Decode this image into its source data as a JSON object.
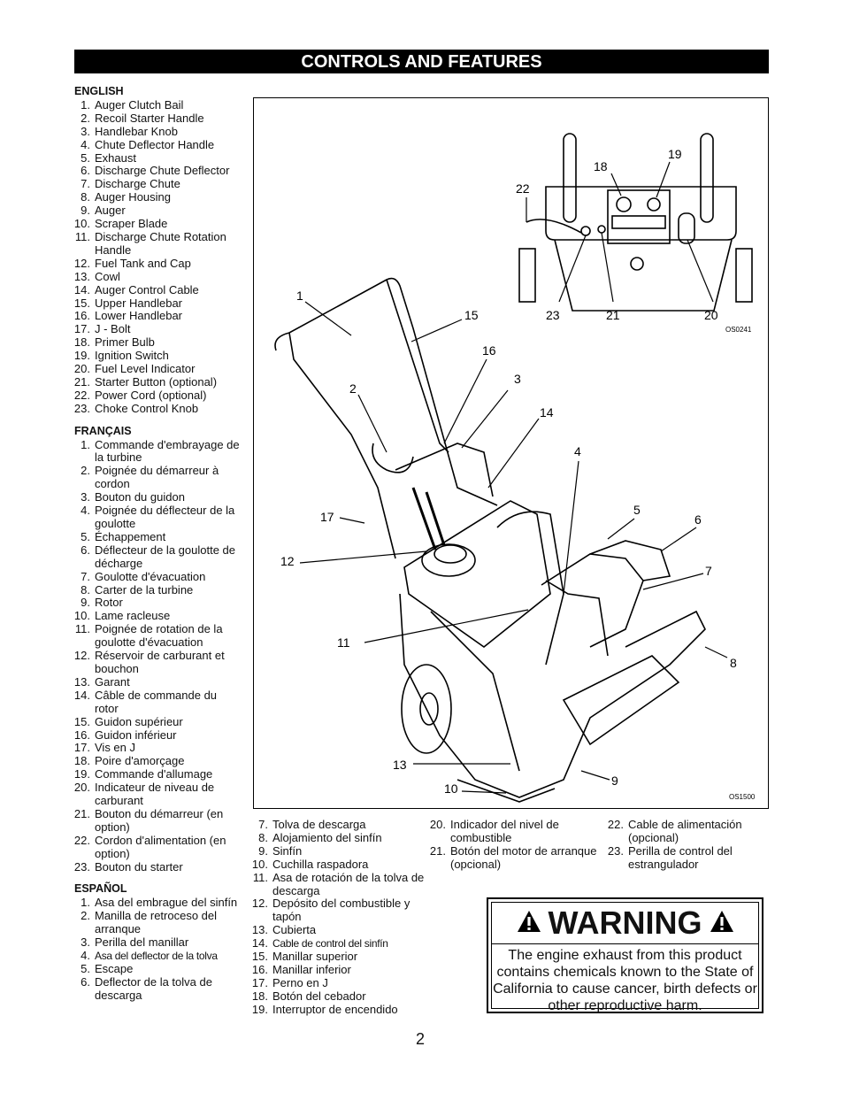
{
  "header": {
    "title": "CONTROLS AND FEATURES"
  },
  "english": {
    "heading": "ENGLISH",
    "items": [
      {
        "n": "1.",
        "t": "Auger Clutch Bail"
      },
      {
        "n": "2.",
        "t": "Recoil Starter Handle"
      },
      {
        "n": "3.",
        "t": "Handlebar Knob"
      },
      {
        "n": "4.",
        "t": "Chute Deflector Handle"
      },
      {
        "n": "5.",
        "t": "Exhaust"
      },
      {
        "n": "6.",
        "t": "Discharge Chute Deflector"
      },
      {
        "n": "7.",
        "t": "Discharge Chute"
      },
      {
        "n": "8.",
        "t": "Auger Housing"
      },
      {
        "n": "9.",
        "t": "Auger"
      },
      {
        "n": "10.",
        "t": "Scraper Blade"
      },
      {
        "n": "11.",
        "t": "Discharge Chute Rotation Handle"
      },
      {
        "n": "12.",
        "t": "Fuel Tank and Cap"
      },
      {
        "n": "13.",
        "t": "Cowl"
      },
      {
        "n": "14.",
        "t": "Auger Control Cable"
      },
      {
        "n": "15.",
        "t": "Upper Handlebar"
      },
      {
        "n": "16.",
        "t": "Lower Handlebar"
      },
      {
        "n": "17.",
        "t": "J - Bolt"
      },
      {
        "n": "18.",
        "t": "Primer Bulb"
      },
      {
        "n": "19.",
        "t": "Ignition Switch"
      },
      {
        "n": "20.",
        "t": "Fuel Level Indicator"
      },
      {
        "n": "21.",
        "t": "Starter Button (optional)"
      },
      {
        "n": "22.",
        "t": "Power Cord (optional)"
      },
      {
        "n": "23.",
        "t": "Choke Control Knob"
      }
    ]
  },
  "francais": {
    "heading": "FRANÇAIS",
    "items": [
      {
        "n": "1.",
        "t": "Commande d'embrayage de la turbine"
      },
      {
        "n": "2.",
        "t": "Poignée du démarreur à cordon"
      },
      {
        "n": "3.",
        "t": "Bouton du guidon"
      },
      {
        "n": "4.",
        "t": "Poignée du déflecteur de la goulotte"
      },
      {
        "n": "5.",
        "t": "Échappement"
      },
      {
        "n": "6.",
        "t": "Déflecteur de la goulotte de décharge"
      },
      {
        "n": "7.",
        "t": "Goulotte d'évacuation"
      },
      {
        "n": "8.",
        "t": "Carter de la turbine"
      },
      {
        "n": "9.",
        "t": "Rotor"
      },
      {
        "n": "10.",
        "t": "Lame racleuse"
      },
      {
        "n": "11.",
        "t": "Poignée de rotation de la goulotte d'évacuation"
      },
      {
        "n": "12.",
        "t": "Réservoir de carburant et bouchon"
      },
      {
        "n": "13.",
        "t": "Garant"
      },
      {
        "n": "14.",
        "t": "Câble de commande du rotor"
      },
      {
        "n": "15.",
        "t": "Guidon supérieur"
      },
      {
        "n": "16.",
        "t": "Guidon inférieur"
      },
      {
        "n": "17.",
        "t": "Vis en J"
      },
      {
        "n": "18.",
        "t": "Poire d'amorçage"
      },
      {
        "n": "19.",
        "t": "Commande d'allumage"
      },
      {
        "n": "20.",
        "t": "Indicateur de niveau de carburant"
      },
      {
        "n": "21.",
        "t": "Bouton du démarreur (en option)"
      },
      {
        "n": "22.",
        "t": "Cordon d'alimentation (en option)"
      },
      {
        "n": "23.",
        "t": "Bouton du starter"
      }
    ]
  },
  "espanol": {
    "heading": "ESPAÑOL",
    "items": [
      {
        "n": "1.",
        "t": "Asa del embrague del sinfín"
      },
      {
        "n": "2.",
        "t": "Manilla de retroceso del arranque"
      },
      {
        "n": "3.",
        "t": "Perilla del manillar"
      },
      {
        "n": "4.",
        "t": "Asa del deflector de la tolva"
      },
      {
        "n": "5.",
        "t": "Escape"
      },
      {
        "n": "6.",
        "t": "Deflector de la tolva de descarga"
      }
    ],
    "items_b": [
      {
        "n": "7.",
        "t": "Tolva de descarga"
      },
      {
        "n": "8.",
        "t": "Alojamiento del sinfín"
      },
      {
        "n": "9.",
        "t": "Sinfín"
      },
      {
        "n": "10.",
        "t": "Cuchilla raspadora"
      },
      {
        "n": "11.",
        "t": "Asa de rotación de la tolva de descarga"
      },
      {
        "n": "12.",
        "t": "Depósito del combustible y tapón"
      },
      {
        "n": "13.",
        "t": "Cubierta"
      },
      {
        "n": "14.",
        "t": "Cable de control del sinfín"
      },
      {
        "n": "15.",
        "t": "Manillar superior"
      },
      {
        "n": "16.",
        "t": "Manillar inferior"
      },
      {
        "n": "17.",
        "t": "Perno en J"
      },
      {
        "n": "18.",
        "t": "Botón del cebador"
      },
      {
        "n": "19.",
        "t": "Interruptor de encendido"
      }
    ],
    "items_c": [
      {
        "n": "20.",
        "t": "Indicador del nivel de combustible"
      },
      {
        "n": "21.",
        "t": "Botón del motor de arranque (opcional)"
      }
    ],
    "items_d": [
      {
        "n": "22.",
        "t": "Cable de alimentación (opcional)"
      },
      {
        "n": "23.",
        "t": "Perilla de control del estrangulador"
      }
    ]
  },
  "figure": {
    "code_top": "OS0241",
    "code_bottom": "OS1500",
    "callouts": [
      "1",
      "2",
      "3",
      "4",
      "5",
      "6",
      "7",
      "8",
      "9",
      "10",
      "11",
      "12",
      "13",
      "14",
      "15",
      "16",
      "17",
      "18",
      "19",
      "20",
      "21",
      "22",
      "23"
    ]
  },
  "warning": {
    "title": "WARNING",
    "text": "The engine exhaust from this product contains chemicals known to the State of California to cause cancer, birth defects or other reproductive harm."
  },
  "page": {
    "number": "2"
  }
}
